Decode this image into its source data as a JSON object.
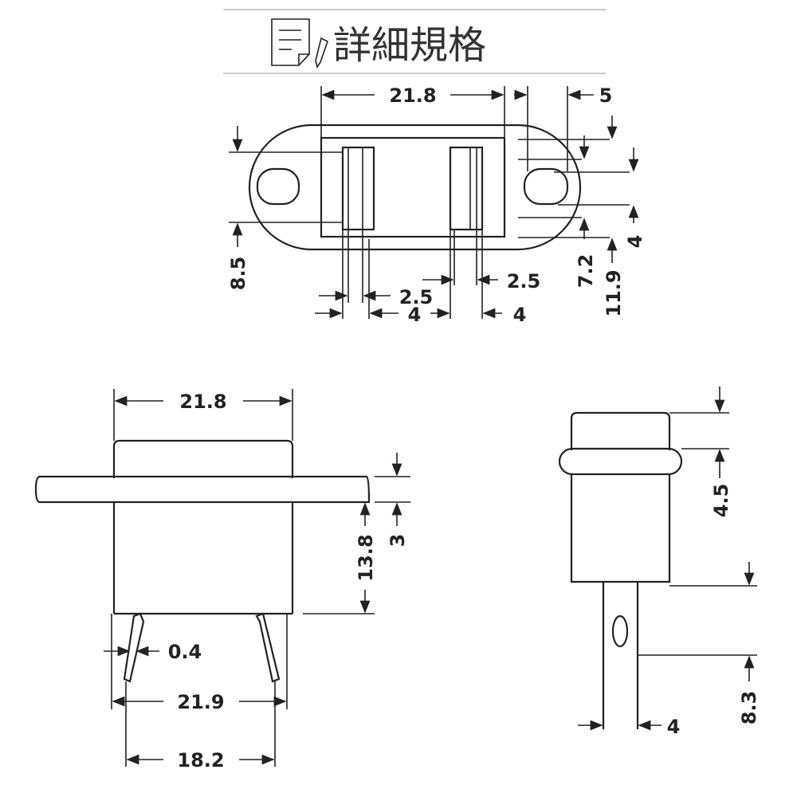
{
  "header": {
    "title": "詳細規格",
    "icon": "document-pen-icon"
  },
  "top_view": {
    "width_label": "21.8",
    "offset_label": "5",
    "height_label": "8.5",
    "slot_a_label": "2.5",
    "slot_gap_label": "4",
    "slot_b_label": "2.5",
    "slot_b_offset_label": "4",
    "hole_label": "7.2",
    "hole_span_label": "11.9",
    "hole_height_label": "4"
  },
  "front_view": {
    "width_label": "21.8",
    "height_label": "13.8",
    "flange_label": "3",
    "pin_thickness_label": "0.4",
    "pin_outer_label": "21.9",
    "pin_inner_label": "18.2"
  },
  "side_view": {
    "top_label": "4.5",
    "pin_length_label": "8.3",
    "pin_width_label": "4"
  }
}
